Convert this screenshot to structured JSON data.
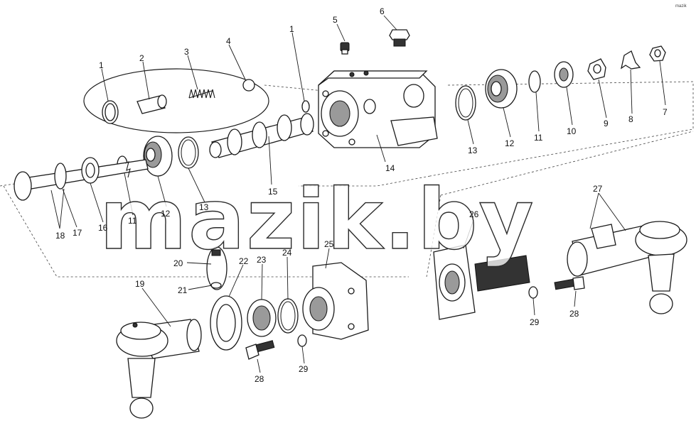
{
  "watermark": "mazik.by",
  "corner_mark": "mazik",
  "labels": {
    "l1a": "1",
    "l2": "2",
    "l3": "3",
    "l4": "4",
    "l1b": "1",
    "l5": "5",
    "l6": "6",
    "l7": "7",
    "l8": "8",
    "l9": "9",
    "l10": "10",
    "l11a": "11",
    "l12a": "12",
    "l13a": "13",
    "l14": "14",
    "l15": "15",
    "l16": "16",
    "l17": "17",
    "l18": "18",
    "l11b": "11",
    "l12b": "12",
    "l13b": "13",
    "l19": "19",
    "l20": "20",
    "l21": "21",
    "l22": "22",
    "l23": "23",
    "l24": "24",
    "l25": "25",
    "l26": "26",
    "l27": "27",
    "l28a": "28",
    "l28b": "28",
    "l29a": "29",
    "l29b": "29"
  }
}
